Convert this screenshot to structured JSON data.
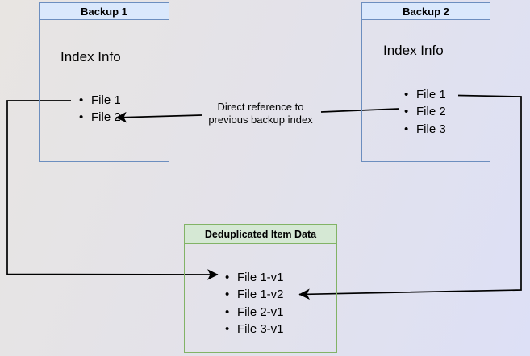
{
  "diagram": {
    "boxes": {
      "backup1": {
        "title": "Backup 1",
        "content_label": "Index Info",
        "files": [
          "File 1",
          "File 2"
        ]
      },
      "backup2": {
        "title": "Backup 2",
        "content_label": "Index Info",
        "files": [
          "File 1",
          "File 2",
          "File 3"
        ]
      },
      "dedup": {
        "title": "Deduplicated Item Data",
        "files": [
          "File 1-v1",
          "File 1-v2",
          "File 2-v1",
          "File 3-v1"
        ]
      }
    },
    "edge_label": {
      "line1": "Direct reference to",
      "line2": "previous backup index"
    },
    "colors": {
      "blue_header_fill": "#dae8fc",
      "blue_border": "#6c8ebf",
      "green_header_fill": "#d5e8d4",
      "green_border": "#82b366",
      "arrow": "#000000",
      "background_left": "#e8e5e2",
      "background_right": "#dde0f6"
    }
  }
}
